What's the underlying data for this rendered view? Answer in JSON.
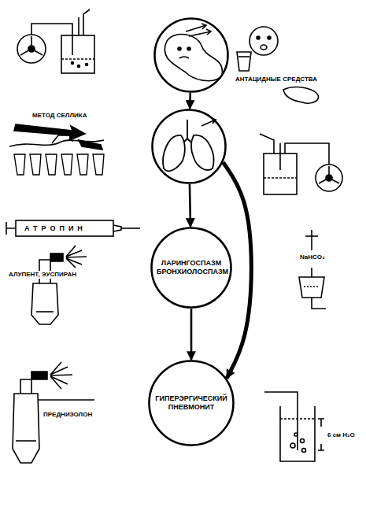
{
  "diagram": {
    "nodes": [
      {
        "text": []
      },
      {
        "text": []
      },
      {
        "text": [
          "ЛАРИНГОСПАЗМ БРОНХИОЛОСПАЗМ"
        ]
      },
      {
        "text": [
          "ГИПЕРЭРГИЧЕСКИЙ ПНЕВМОНИТ"
        ]
      }
    ],
    "edges": [
      {
        "from": 0,
        "to": 1,
        "arrow": "to"
      },
      {
        "from": 1,
        "to": 2,
        "arrow": "to"
      },
      {
        "from": 2,
        "to": 3,
        "arrow": "to"
      },
      {
        "from": 1,
        "to": 3,
        "arrow": "to"
      }
    ],
    "labels": [
      "АНТАЦИДНЫЕ СРЕДСТВА",
      "МЕТОД СЕЛЛИКА",
      "АТРОПИН",
      "NaHCO₃",
      "АЛУПЕНТ, ЭУСПИРАН",
      "ПРЕДНИЗОЛОН",
      "6 см H₂O"
    ]
  }
}
